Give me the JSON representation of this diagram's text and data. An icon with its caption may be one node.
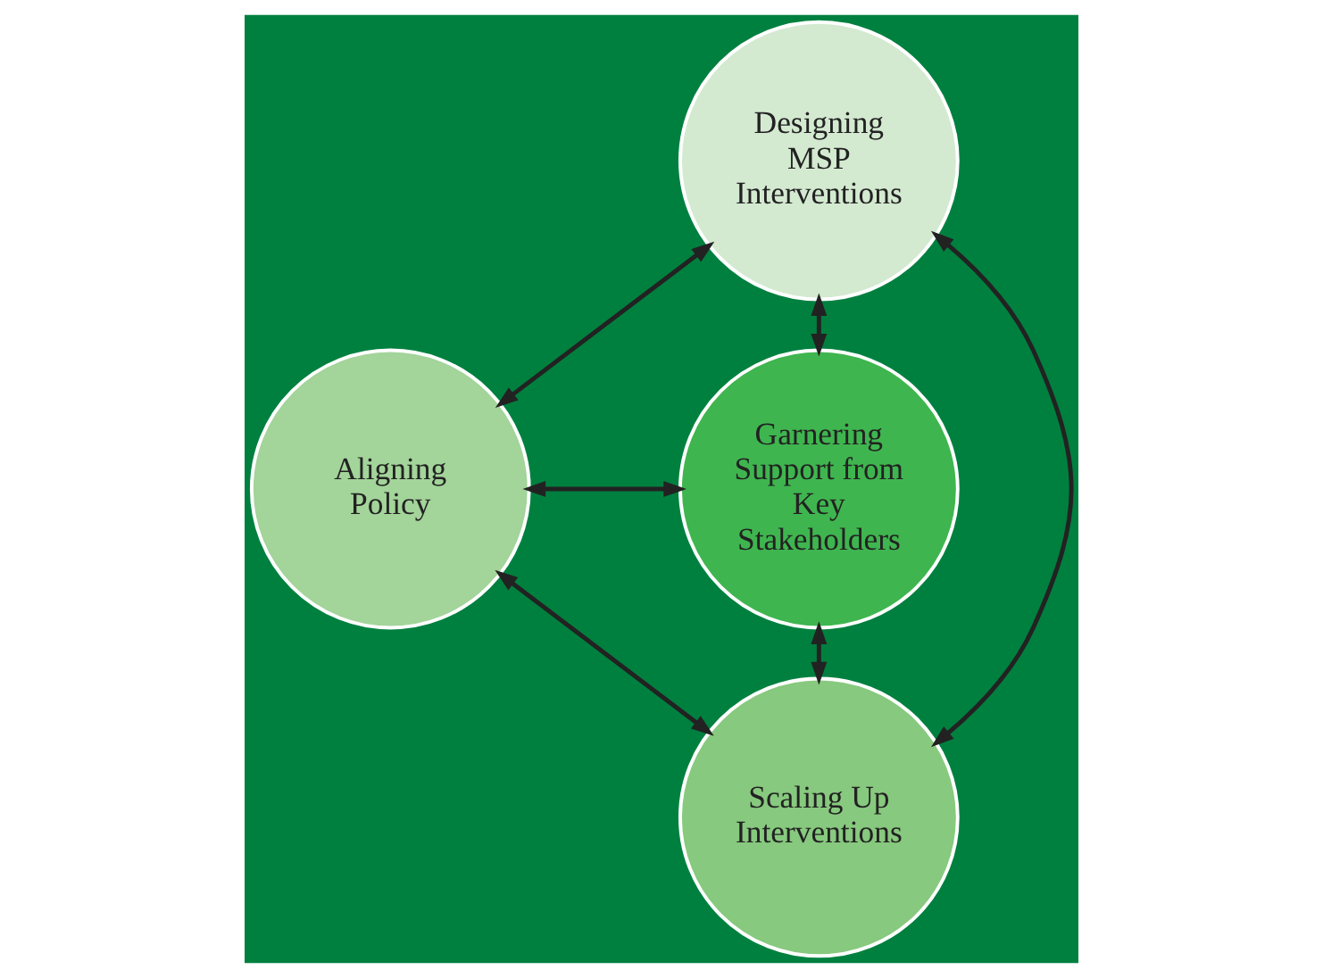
{
  "diagram": {
    "nodes": [
      {
        "text": [
          "Designing MSP Interventions"
        ]
      },
      {
        "text": [
          "Aligning Policy"
        ]
      },
      {
        "text": [
          "Garnering Support from Key Stakeholders"
        ]
      },
      {
        "text": [
          "Scaling Up Interventions"
        ]
      }
    ],
    "edges": [
      {
        "from": 0,
        "to": 1,
        "arrow": "both"
      },
      {
        "from": 0,
        "to": 2,
        "arrow": "both"
      },
      {
        "from": 1,
        "to": 2,
        "arrow": "both"
      },
      {
        "from": 0,
        "to": 3,
        "arrow": "both"
      },
      {
        "from": 1,
        "to": 3,
        "arrow": "both"
      },
      {
        "from": 2,
        "to": 3,
        "arrow": "both"
      }
    ]
  }
}
